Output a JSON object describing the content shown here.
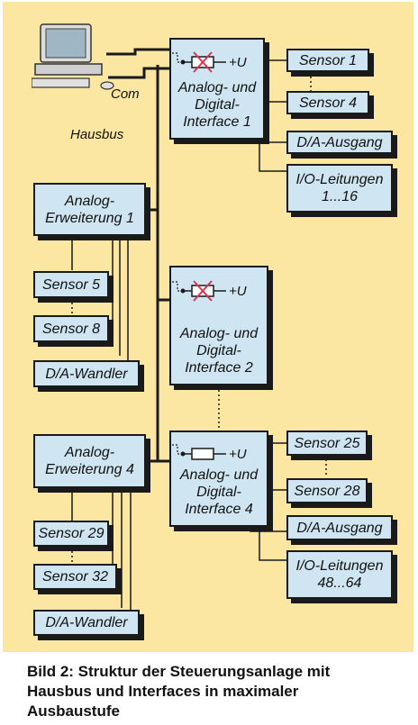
{
  "diagram": {
    "labels": {
      "com": "Com",
      "hausbus": "Hausbus"
    },
    "interfaces": [
      {
        "id": "if1",
        "text": "Analog- und\nDigital-\nInterface 1",
        "supply": "+U"
      },
      {
        "id": "if2",
        "text": "Analog- und\nDigital-\nInterface 2",
        "supply": "+U"
      },
      {
        "id": "if4",
        "text": "Analog- und\nDigital-\nInterface 4",
        "supply": "+U"
      }
    ],
    "extensions": [
      {
        "id": "ext1",
        "text": "Analog-\nErweiterung 1"
      },
      {
        "id": "ext4",
        "text": "Analog-\nErweiterung 4"
      }
    ],
    "modules": {
      "sensor1": "Sensor 1",
      "sensor4": "Sensor 4",
      "da_ausgang_1": "D/A-Ausgang",
      "io_1": "I/O-Leitungen\n1...16",
      "sensor5": "Sensor 5",
      "sensor8": "Sensor 8",
      "da_wandler_1": "D/A-Wandler",
      "sensor25": "Sensor 25",
      "sensor28": "Sensor 28",
      "da_ausgang_4": "D/A-Ausgang",
      "io_4": "I/O-Leitungen\n48...64",
      "sensor29": "Sensor 29",
      "sensor32": "Sensor 32",
      "da_wandler_4": "D/A-Wandler"
    },
    "caption": "Bild 2: Struktur der Steuerungsanlage mit\nHausbus und Interfaces in maximaler\nAusbaustufe",
    "colors": {
      "background": "#fbe7a1",
      "box_fill": "#cfe5f2",
      "line": "#1a1a1a",
      "cross": "#e0334a"
    }
  }
}
